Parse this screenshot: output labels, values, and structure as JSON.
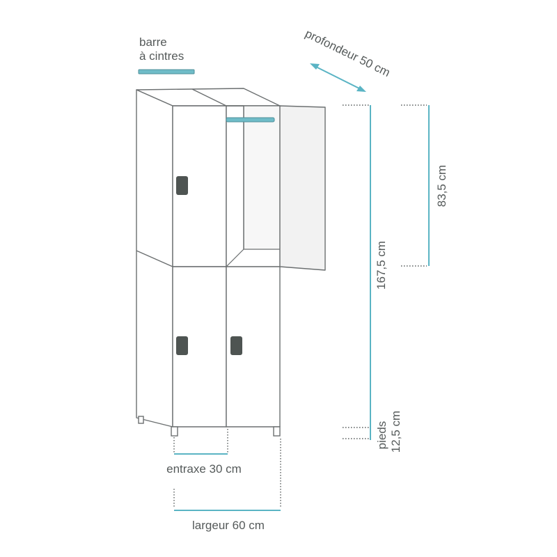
{
  "labels": {
    "hanger_bar_line1": "barre",
    "hanger_bar_line2": "à cintres",
    "depth": "profondeur 50 cm",
    "height_total": "167,5 cm",
    "height_compartment": "83,5 cm",
    "feet_line1": "pieds",
    "feet_line2": "12,5 cm",
    "spacing": "entraxe 30 cm",
    "width": "largeur 60 cm"
  },
  "colors": {
    "dimension_accent": "#5ab4c4",
    "outline": "#6b6f70",
    "text": "#555a5a",
    "handle": "#4e5452",
    "open_door_fill": "#f2f2f2"
  }
}
